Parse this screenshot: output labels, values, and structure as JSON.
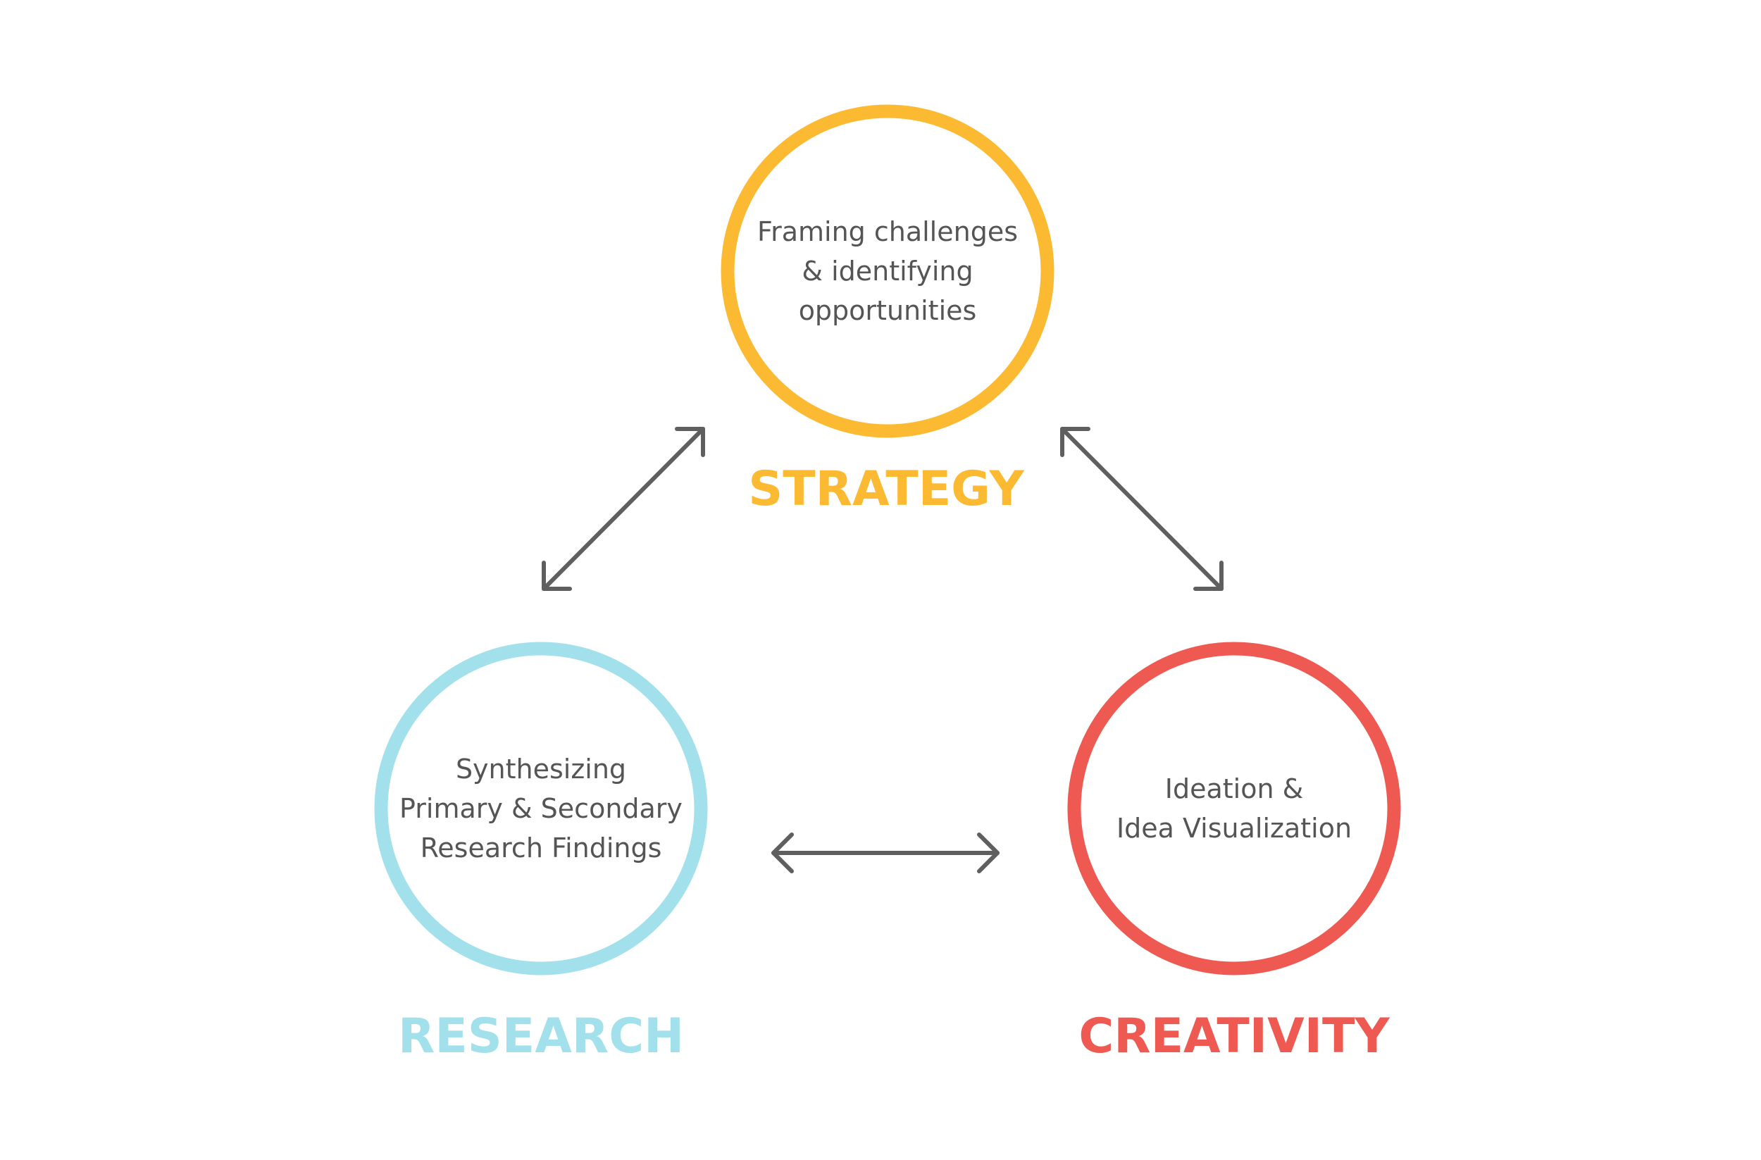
{
  "nodes": {
    "strategy": {
      "label": "STRATEGY",
      "lines": [
        "Framing challenges",
        "& identifying",
        "opportunities"
      ],
      "color": "#FBBA31"
    },
    "research": {
      "label": "RESEARCH",
      "lines": [
        "Synthesizing",
        "Primary & Secondary",
        "Research Findings"
      ],
      "color": "#A2E1EB"
    },
    "creativity": {
      "label": "CREATIVITY",
      "lines": [
        "Ideation &",
        "Idea Visualization"
      ],
      "color": "#EE5A52"
    }
  },
  "arrows": [
    {
      "from": "research",
      "to": "strategy",
      "bidirectional": true
    },
    {
      "from": "strategy",
      "to": "creativity",
      "bidirectional": true
    },
    {
      "from": "research",
      "to": "creativity",
      "bidirectional": true
    }
  ],
  "arrow_color": "#5F5F5F"
}
